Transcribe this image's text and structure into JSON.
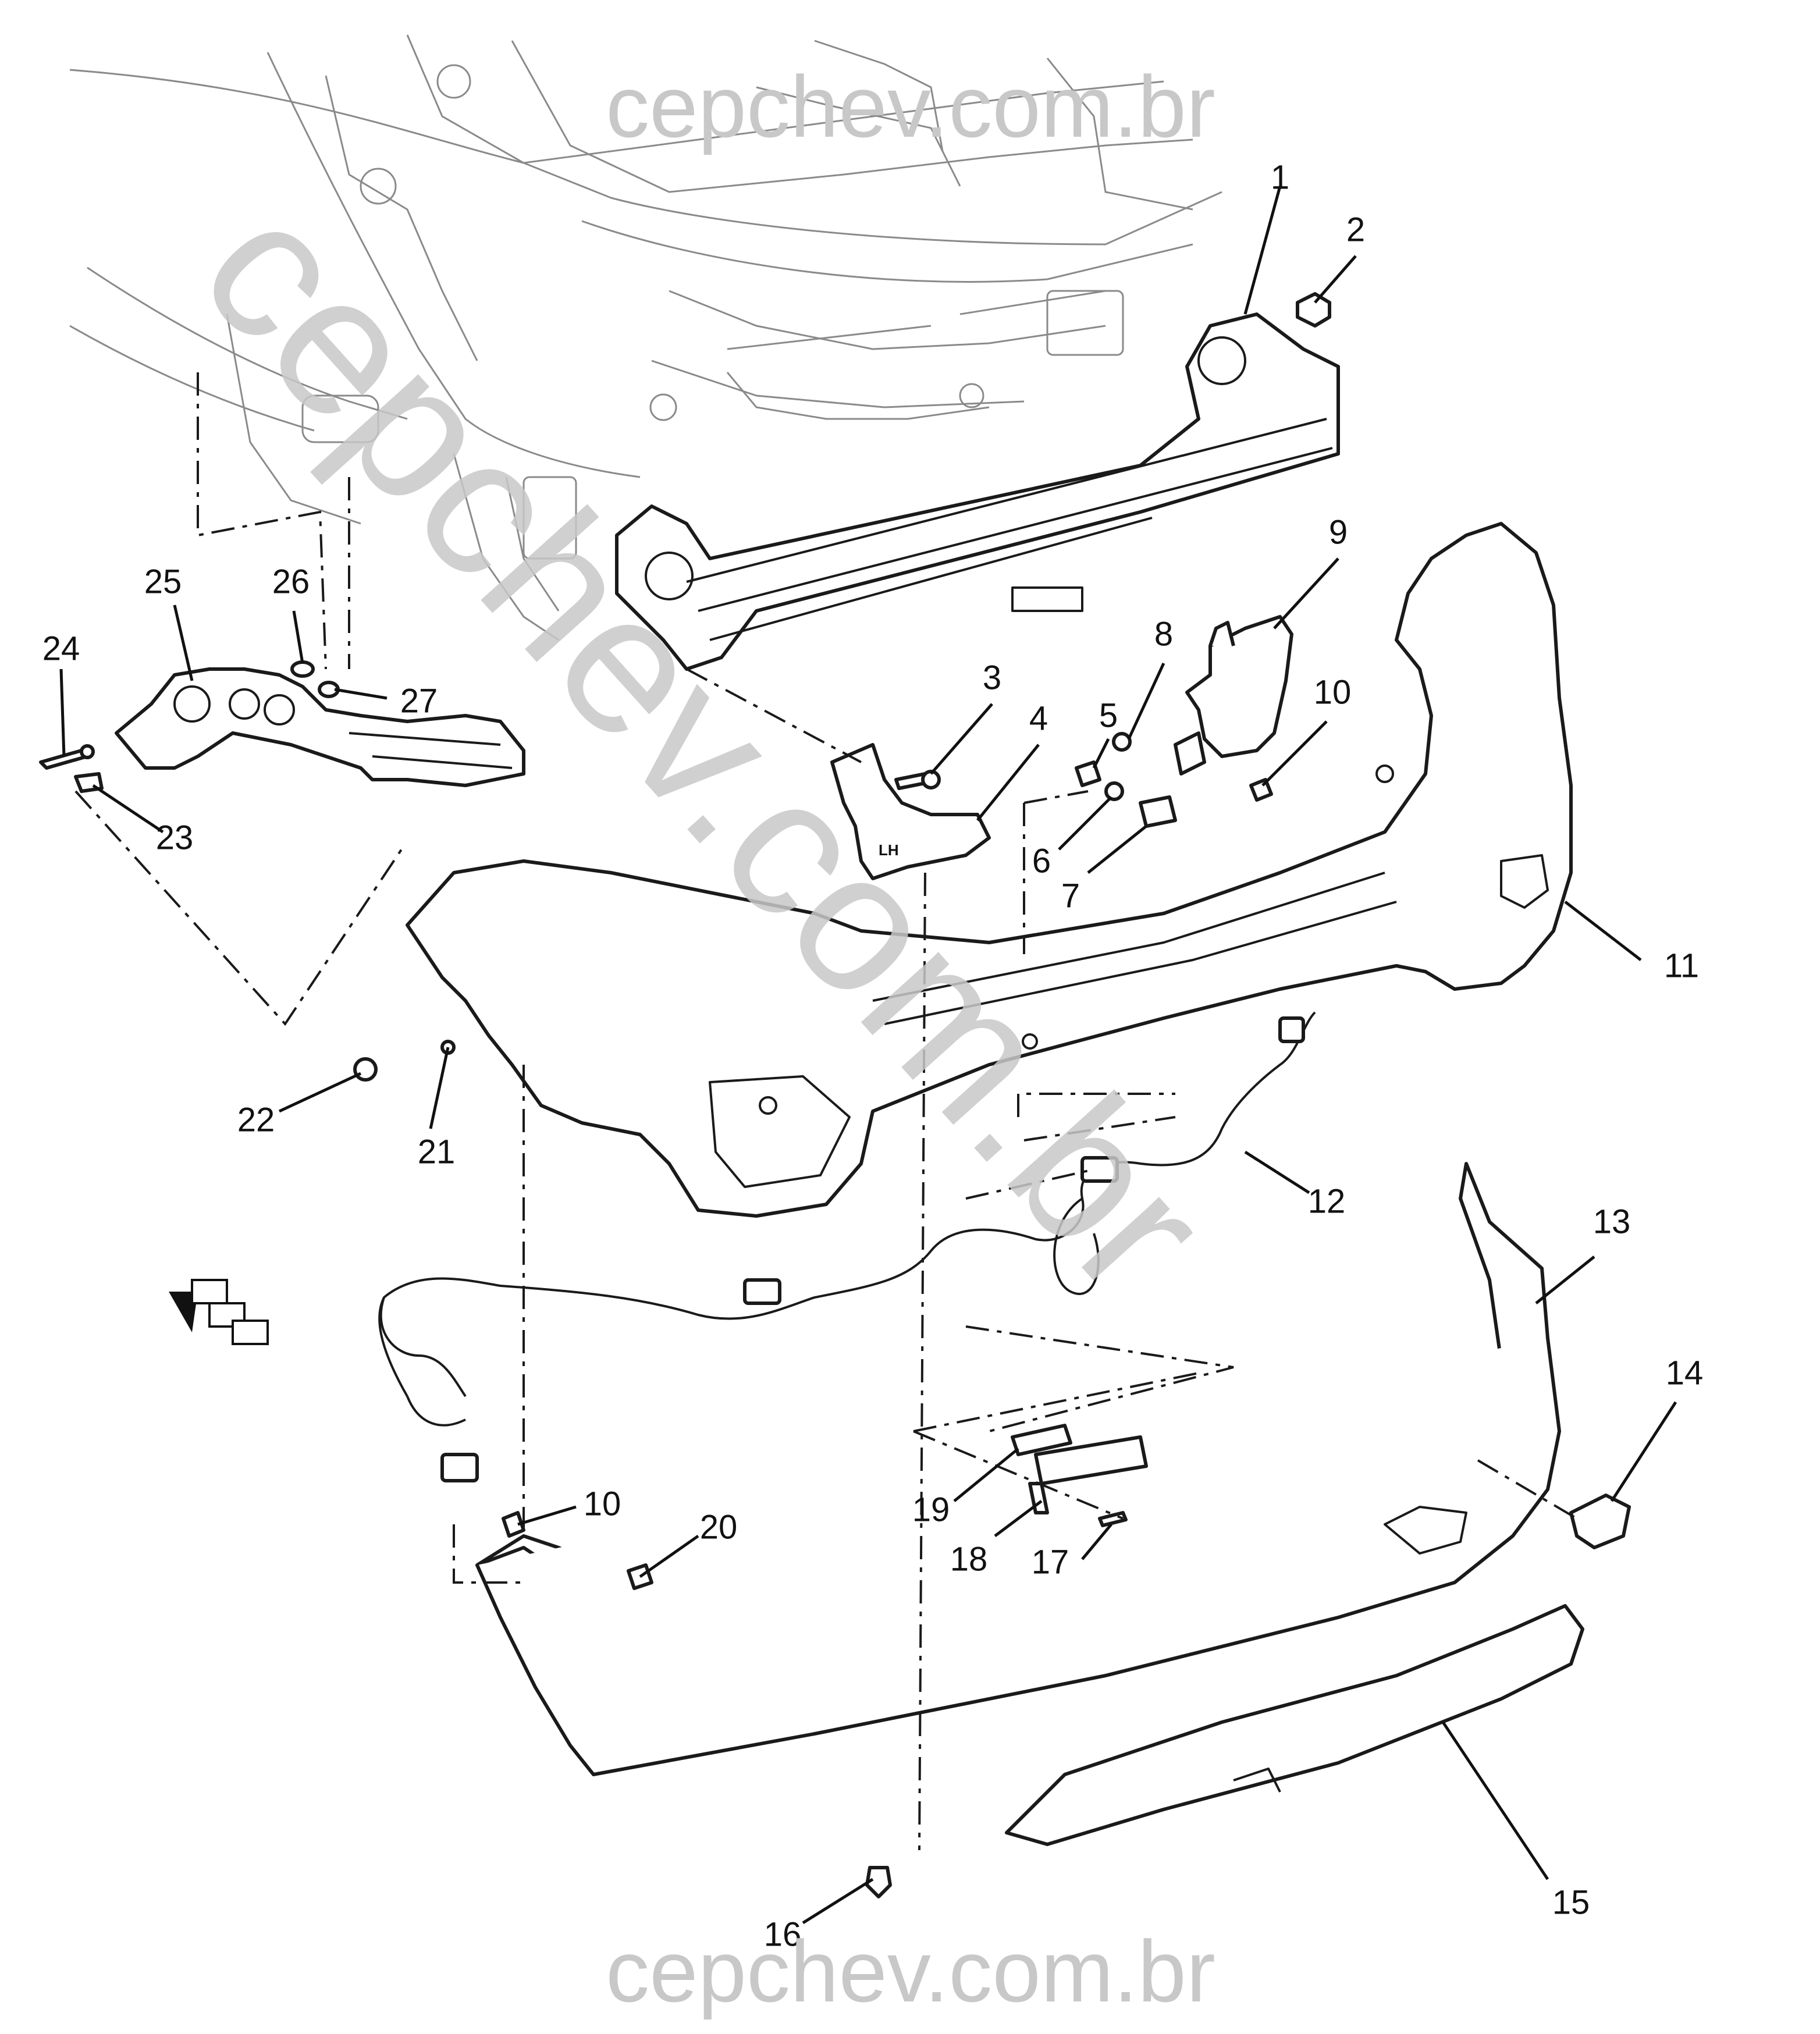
{
  "watermarks": {
    "top": "cepchev.com.br",
    "bottom": "cepchev.com.br",
    "diagonal": "cepchev.com.br"
  },
  "stamp_text": "LH",
  "callouts": [
    {
      "id": "1",
      "label": "1"
    },
    {
      "id": "2",
      "label": "2"
    },
    {
      "id": "3",
      "label": "3"
    },
    {
      "id": "4",
      "label": "4"
    },
    {
      "id": "5",
      "label": "5"
    },
    {
      "id": "6",
      "label": "6"
    },
    {
      "id": "7",
      "label": "7"
    },
    {
      "id": "8",
      "label": "8"
    },
    {
      "id": "9",
      "label": "9"
    },
    {
      "id": "10a",
      "label": "10"
    },
    {
      "id": "10b",
      "label": "10"
    },
    {
      "id": "11",
      "label": "11"
    },
    {
      "id": "12",
      "label": "12"
    },
    {
      "id": "13",
      "label": "13"
    },
    {
      "id": "14",
      "label": "14"
    },
    {
      "id": "15",
      "label": "15"
    },
    {
      "id": "16",
      "label": "16"
    },
    {
      "id": "17",
      "label": "17"
    },
    {
      "id": "18",
      "label": "18"
    },
    {
      "id": "19",
      "label": "19"
    },
    {
      "id": "20",
      "label": "20"
    },
    {
      "id": "21",
      "label": "21"
    },
    {
      "id": "22",
      "label": "22"
    },
    {
      "id": "23",
      "label": "23"
    },
    {
      "id": "24",
      "label": "24"
    },
    {
      "id": "25",
      "label": "25"
    },
    {
      "id": "26",
      "label": "26"
    },
    {
      "id": "27",
      "label": "27"
    }
  ],
  "icons": {
    "front_indicator": "front-arrow-icon"
  },
  "colors": {
    "line": "#1a1a1a",
    "watermark": "#c8c8c8",
    "background": "#ffffff"
  }
}
